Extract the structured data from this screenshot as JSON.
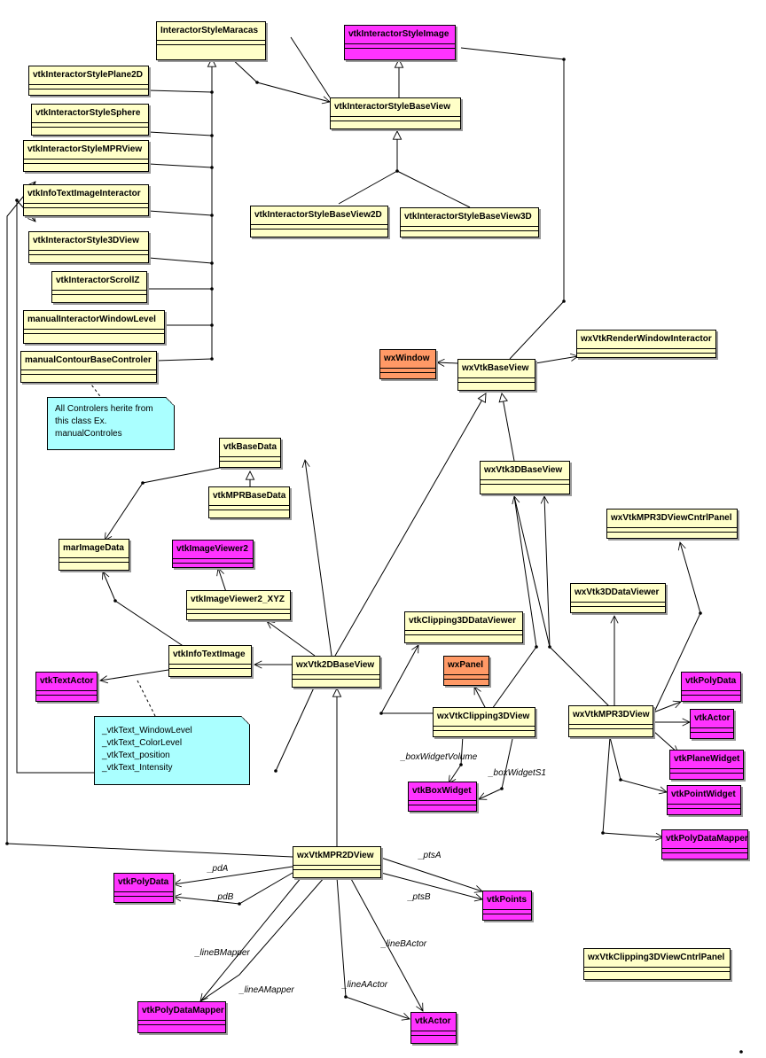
{
  "classes": {
    "interactor_style_maracas": "InteractorStyleMaracas",
    "vtk_interactor_style_image": "vtkInteractorStyleImage",
    "vtk_interactor_style_plane2d": "vtkInteractorStylePlane2D",
    "vtk_interactor_style_sphere": "vtkInteractorStyleSphere",
    "vtk_interactor_style_mpr_view": "vtkInteractorStyleMPRView",
    "vtk_info_text_image_interactor": "vtkInfoTextImageInteractor",
    "vtk_interactor_style_3dview": "vtkInteractorStyle3DView",
    "vtk_interactor_scroll_z": "vtkInteractorScrollZ",
    "manual_interactor_window_level": "manualInteractorWindowLevel",
    "manual_contour_base_controler": "manualContourBaseControler",
    "vtk_interactor_style_base_view": "vtkInteractorStyleBaseView",
    "vtk_interactor_style_base_view_2d": "vtkInteractorStyleBaseView2D",
    "vtk_interactor_style_base_view_3d": "vtkInteractorStyleBaseView3D",
    "wx_window": "wxWindow",
    "wx_vtk_base_view": "wxVtkBaseView",
    "wx_vtk_render_window_interactor": "wxVtkRenderWindowInteractor",
    "vtk_base_data": "vtkBaseData",
    "vtk_mpr_base_data": "vtkMPRBaseData",
    "mar_image_data": "marImageData",
    "vtk_image_viewer2": "vtkImageViewer2",
    "vtk_image_viewer2_xyz": "vtkImageViewer2_XYZ",
    "wx_vtk_3d_base_view": "wxVtk3DBaseView",
    "wx_vtk_mpr3d_view_cntrl_panel": "wxVtkMPR3DViewCntrlPanel",
    "wx_vtk_3d_data_viewer": "wxVtk3DDataViewer",
    "vtk_clipping_3d_data_viewer": "vtkClipping3DDataViewer",
    "vtk_info_text_image": "vtkInfoTextImage",
    "wx_vtk_2d_base_view": "wxVtk2DBaseView",
    "vtk_text_actor": "vtkTextActor",
    "wx_panel": "wxPanel",
    "wx_vtk_clipping_3d_view": "wxVtkClipping3DView",
    "wx_vtk_mpr3d_view": "wxVtkMPR3DView",
    "vtk_poly_data_right": "vtkPolyData",
    "vtk_actor_right": "vtkActor",
    "vtk_plane_widget": "vtkPlaneWidget",
    "vtk_point_widget": "vtkPointWidget",
    "vtk_poly_data_mapper_right": "vtkPolyDataMapper",
    "vtk_box_widget": "vtkBoxWidget",
    "wx_vtk_mpr2d_view": "wxVtkMPR2DView",
    "vtk_poly_data_left": "vtkPolyData",
    "vtk_points": "vtkPoints",
    "vtk_poly_data_mapper_left": "vtkPolyDataMapper",
    "vtk_actor_bottom": "vtkActor",
    "wx_vtk_clipping_3d_view_cntrl_panel": "wxVtkClipping3DViewCntrlPanel"
  },
  "notes": {
    "controlers": [
      "All Controlers herite from",
      "this class Ex.",
      "manualControles"
    ],
    "text_fields": [
      "_vtkText_WindowLevel",
      "_vtkText_ColorLevel",
      "_vtkText_position",
      "_vtkText_Intensity"
    ]
  },
  "roles": {
    "box_widget_volume": "_boxWidgetVolume",
    "box_widget_s1": "_boxWidgetS1",
    "pd_a": "_pdA",
    "pd_b": "_pdB",
    "pts_a": "_ptsA",
    "pts_b": "_ptsB",
    "line_b_mapper": "_lineBMapper",
    "line_a_mapper": "_lineAMapper",
    "line_a_actor": "_lineAActor",
    "line_b_actor": "_lineBActor"
  },
  "colors": {
    "class_fill": "#ffffc8",
    "external_class_fill": "#ff33ff",
    "wx_class_fill": "#ff9966",
    "note_fill": "#aaffff"
  }
}
